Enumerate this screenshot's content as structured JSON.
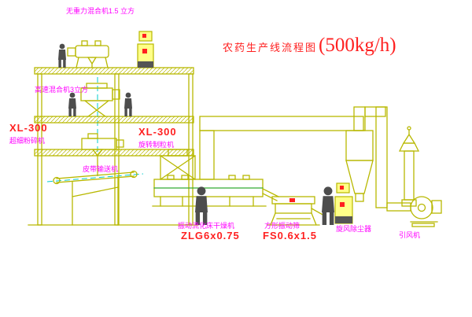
{
  "title": {
    "main": "农药生产线流程图",
    "capacity": "(500kg/h)"
  },
  "labels": {
    "top_mixer": "无重力混合机1.5 立方",
    "high_speed_mixer": "高速混合机3立方",
    "pulverizer_model": "XL-300",
    "pulverizer_name": "超细粉碎机",
    "granulator_model": "XL-300",
    "granulator_name": "旋转制粒机",
    "belt_conveyor": "皮带输送机",
    "dryer_name": "振动流化床干燥机",
    "dryer_model": "ZLG6x0.75",
    "sieve_name": "方形振动筛",
    "sieve_model": "FS0.6x1.5",
    "cyclone": "旋风除尘器",
    "fan": "引风机"
  },
  "colors": {
    "line": "#b8b800",
    "green": "#33aa33",
    "magenta": "#ff00ff",
    "red": "#ff2020",
    "cyan": "#00cccc",
    "figure": "#4d4d4d",
    "cabinet": "#ffff88",
    "background": "#ffffff"
  }
}
